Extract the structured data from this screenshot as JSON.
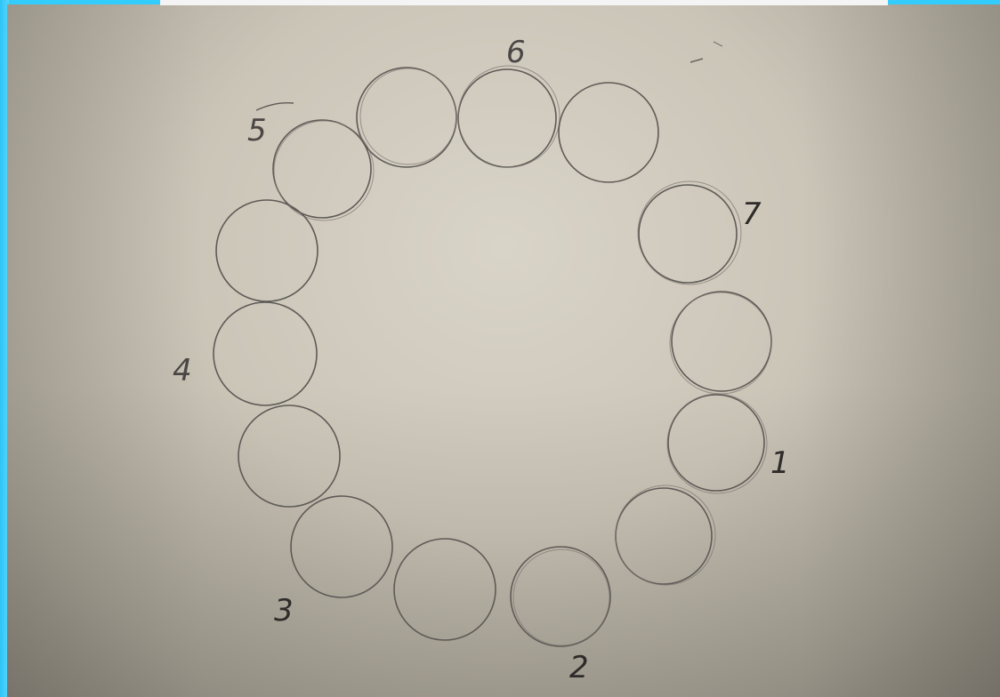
{
  "labels": {
    "n1": "1",
    "n2": "2",
    "n3": "3",
    "n4": "4",
    "n5": "5",
    "n6": "6",
    "n7": "7"
  }
}
